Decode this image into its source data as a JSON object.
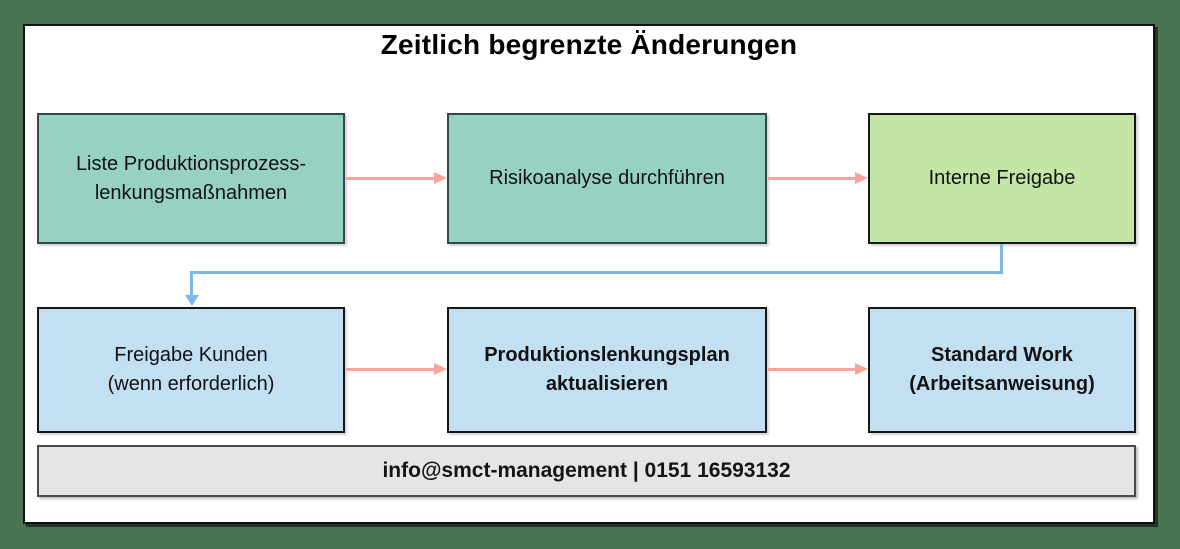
{
  "title": "Zeitlich begrenzte Änderungen",
  "nodes": [
    {
      "id": "liste-produktionsprozesslenkungsmassnahmen",
      "label": "Liste Produktionsprozess-\nlenkungsmaßnahmen",
      "fill": "teal",
      "bold": false
    },
    {
      "id": "risikoanalyse-durchfuehren",
      "label": "Risikoanalyse durchführen",
      "fill": "teal",
      "bold": false
    },
    {
      "id": "interne-freigabe",
      "label": "Interne Freigabe",
      "fill": "green",
      "bold": false
    },
    {
      "id": "freigabe-kunden",
      "label": "Freigabe Kunden\n(wenn erforderlich)",
      "fill": "blue",
      "bold": false
    },
    {
      "id": "produktionslenkungsplan-aktualisieren",
      "label": "Produktionslenkungsplan\naktualisieren",
      "fill": "blue",
      "bold": true
    },
    {
      "id": "standard-work",
      "label": "Standard Work\n(Arbeitsanweisung)",
      "fill": "blue",
      "bold": true
    }
  ],
  "connectors": [
    {
      "from": "liste-produktionsprozesslenkungsmassnahmen",
      "to": "risikoanalyse-durchfuehren",
      "color": "pink",
      "direction": "right"
    },
    {
      "from": "risikoanalyse-durchfuehren",
      "to": "interne-freigabe",
      "color": "pink",
      "direction": "right"
    },
    {
      "from": "interne-freigabe",
      "to": "freigabe-kunden",
      "color": "blue",
      "direction": "elbow-down-left-down"
    },
    {
      "from": "freigabe-kunden",
      "to": "produktionslenkungsplan-aktualisieren",
      "color": "pink",
      "direction": "right"
    },
    {
      "from": "produktionslenkungsplan-aktualisieren",
      "to": "standard-work",
      "color": "pink",
      "direction": "right"
    }
  ],
  "footer": {
    "text": "info@smct-management | 0151 16593132"
  },
  "colors": {
    "background": "#4a7353",
    "teal": "#96d1c3",
    "green": "#c3e5a6",
    "blue": "#c2e0f2",
    "gray": "#e5e5e5",
    "arrow_pink": "#f7a49c",
    "arrow_blue": "#7db7e9"
  }
}
